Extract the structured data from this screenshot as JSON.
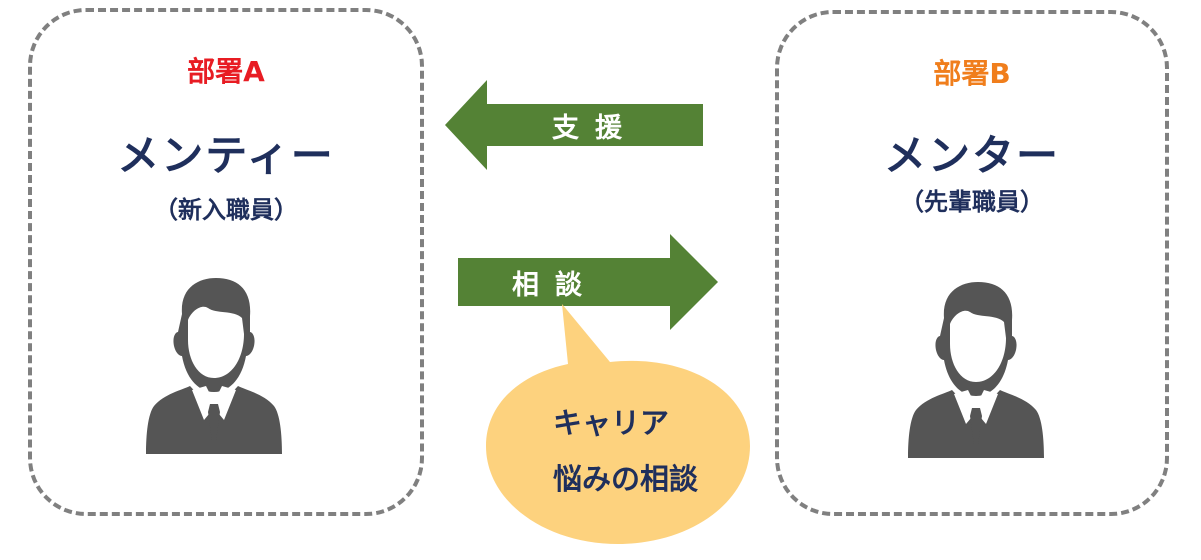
{
  "dept_a": {
    "label": "部署A",
    "label_color": "#e81c23",
    "role": "メンティー",
    "sub": "（新入職員）"
  },
  "dept_b": {
    "label": "部署B",
    "label_color": "#f07e1c",
    "role": "メンター",
    "sub": "（先輩職員）"
  },
  "arrows": {
    "support": "支援",
    "consult": "相談",
    "color": "#548235"
  },
  "bubble": {
    "line1": "キャリア",
    "line2": "悩みの相談",
    "color": "#fdd27e"
  },
  "icons": {
    "person": "businessman-icon"
  }
}
